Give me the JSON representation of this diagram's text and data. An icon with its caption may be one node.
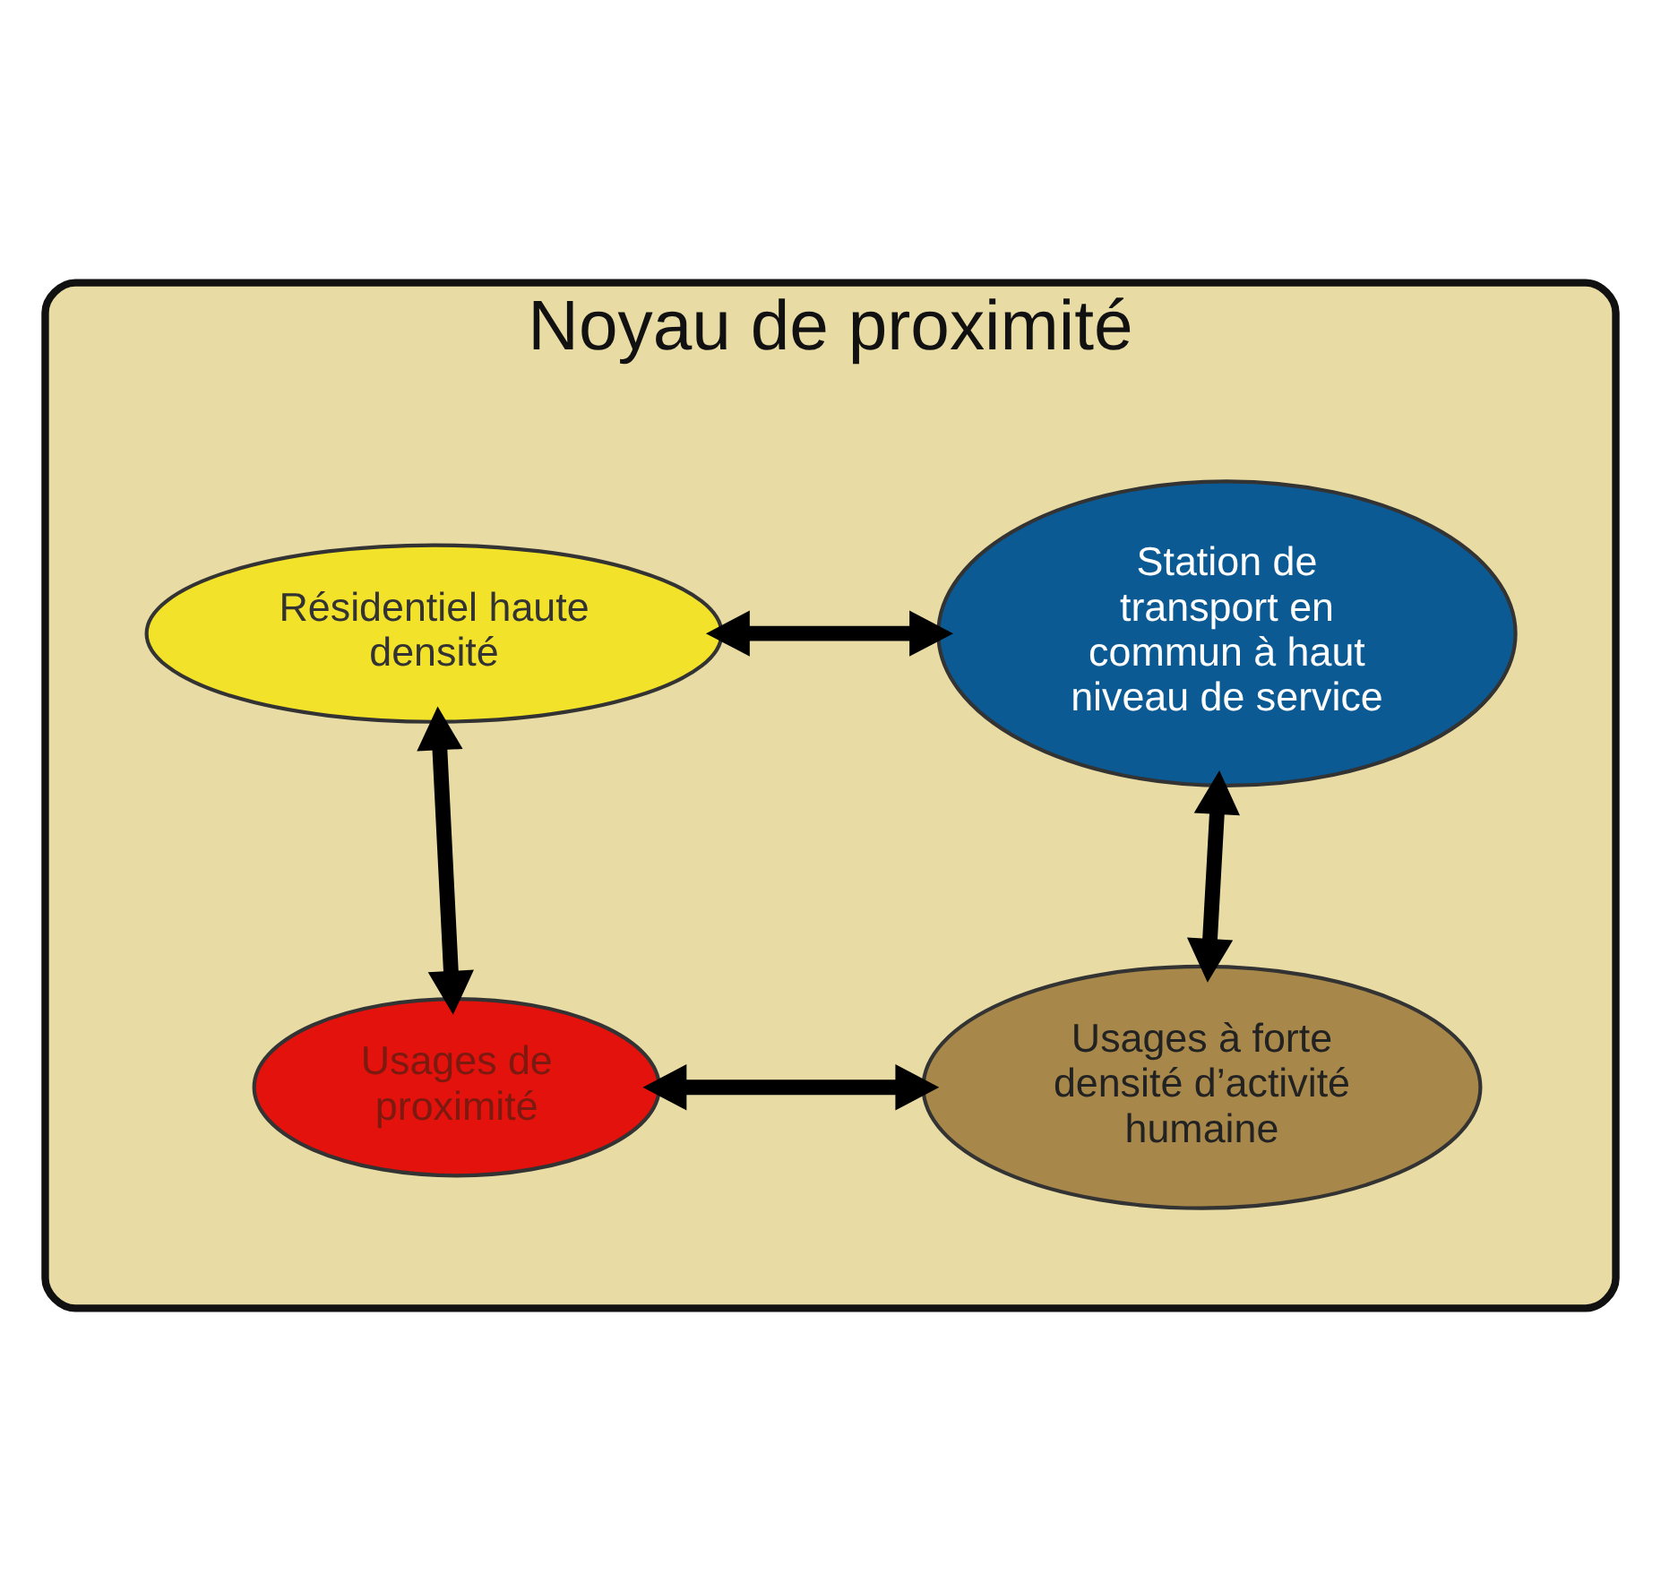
{
  "diagram": {
    "nodes": [
      {
        "text": [
          "Noyau de proximité"
        ]
      },
      {
        "text": [
          "Résidentiel haute densité"
        ],
        "in": 0
      },
      {
        "text": [
          "Station de transport en commun à haut niveau de service"
        ],
        "in": 0
      },
      {
        "text": [
          "Usages de proximité"
        ],
        "in": 0
      },
      {
        "text": [
          "Usages à forte densité d’activité humaine"
        ],
        "in": 0
      }
    ],
    "edges": [
      {
        "from": 1,
        "to": 2,
        "arrow": "both"
      },
      {
        "from": 1,
        "to": 3,
        "arrow": "both"
      },
      {
        "from": 2,
        "to": 4,
        "arrow": "both"
      },
      {
        "from": 3,
        "to": 4,
        "arrow": "both"
      }
    ]
  }
}
